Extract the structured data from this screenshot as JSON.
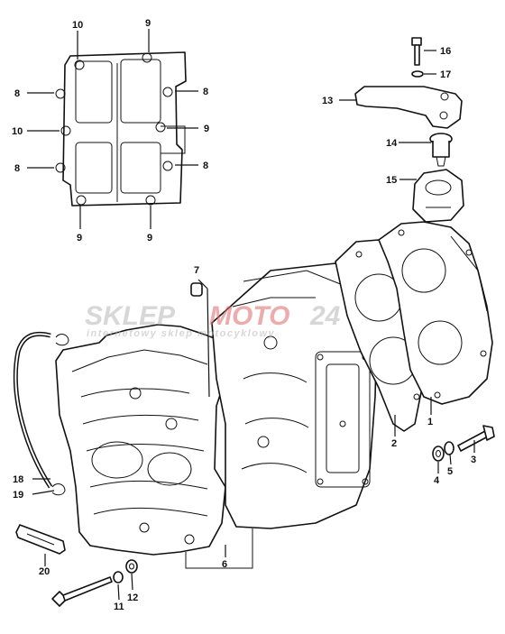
{
  "callouts": {
    "c1": "1",
    "c2": "2",
    "c3": "3",
    "c4": "4",
    "c5": "5",
    "c6": "6",
    "c7": "7",
    "c8a": "8",
    "c8b": "8",
    "c8c": "8",
    "c8d": "8",
    "c9a": "9",
    "c9b": "9",
    "c9c": "9",
    "c9d": "9",
    "c10a": "10",
    "c10b": "10",
    "c11": "11",
    "c12": "12",
    "c13": "13",
    "c14": "14",
    "c15": "15",
    "c16": "16",
    "c17": "17",
    "c18": "18",
    "c19": "19",
    "c20": "20"
  },
  "watermark": {
    "brand_part1": "SKLEP",
    "brand_part2": "MOTO",
    "brand_part3": "24",
    "tagline": "internetowy sklep motocyklowy"
  },
  "colors": {
    "line": "#111111",
    "watermark_gray": "#b8b8b8",
    "watermark_red": "#e06a6a"
  }
}
